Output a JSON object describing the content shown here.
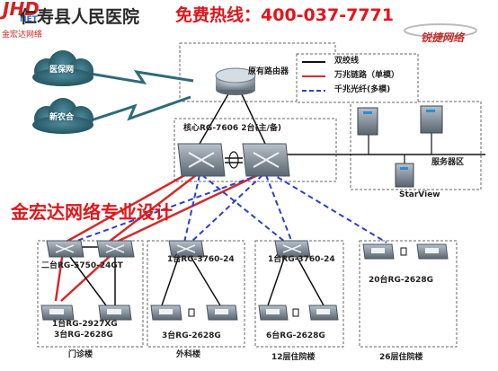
{
  "header": {
    "title": "仁寿县人民医院",
    "hotline": "免费热线：400-037-7771",
    "logo_text": "JHD",
    "logo_sub": "NET",
    "logo_caption": "金宏达网络",
    "brand": "锐捷网络"
  },
  "watermark": "金宏达网络专业设计",
  "legend": {
    "items": [
      {
        "label": "双绞线",
        "color": "#111111",
        "style": "solid"
      },
      {
        "label": "万兆链路（单模）",
        "color": "#d42a2a",
        "style": "solid"
      },
      {
        "label": "千兆光纤(多模)",
        "color": "#2f3fc8",
        "style": "dashed"
      }
    ]
  },
  "clouds": [
    {
      "label": "医保网"
    },
    {
      "label": "新农合"
    }
  ],
  "nodes": {
    "router": "原有路由器",
    "core": "核心RG-7606 2台(主/备)",
    "server_area": "服务器区",
    "starview": "StarView"
  },
  "zones": [
    {
      "name": "门诊楼",
      "switch_top": "二台RG-5750-24GT",
      "switch_bottom": "1台RG-2927XG",
      "switch_bottom2": "3台RG-2628G"
    },
    {
      "name": "外科楼",
      "switch_top": "1台RG-3760-24",
      "switch_bottom": "3台RG-2628G"
    },
    {
      "name": "12层住院楼",
      "switch_top": "1台RG-3760-24",
      "switch_bottom": "6台RG-2628G"
    },
    {
      "name": "26层住院楼",
      "switch_bottom": "20台RG-2628G"
    }
  ],
  "colors": {
    "red_link": "#d42a2a",
    "blue_link": "#2f3fc8",
    "black_link": "#111111",
    "cloud": "#2f6a7a",
    "device": "#6d7a86"
  }
}
